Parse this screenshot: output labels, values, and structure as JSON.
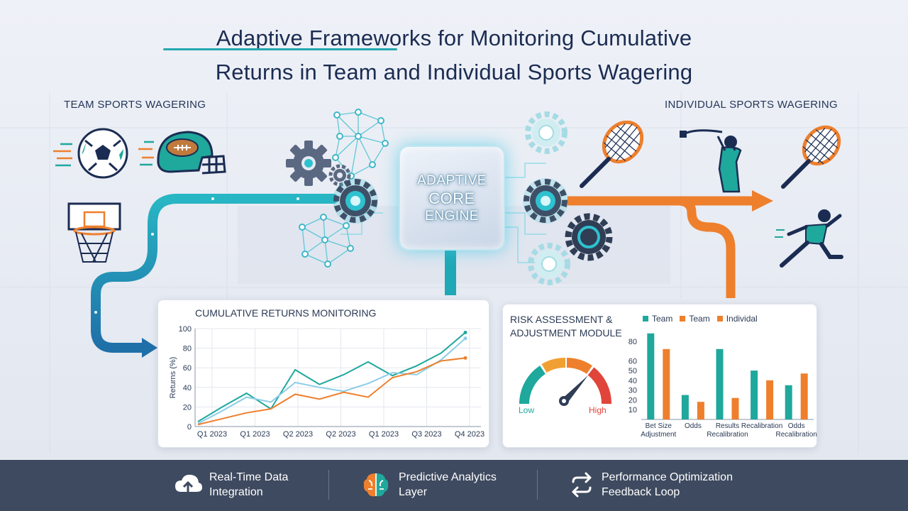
{
  "title": {
    "line1": "Adaptive Frameworks for Monitoring Cumulative",
    "line2": "Returns in Team and Individual Sports Wagering"
  },
  "labels": {
    "team_sports": "TEAM SPORTS WAGERING",
    "individual_sports": "INDIVIDUAL SPORTS WAGERING"
  },
  "engine": {
    "line1": "ADAPTIVE",
    "line2": "CORE",
    "line3": "ENGINE"
  },
  "gauge": {
    "low": "Low",
    "high": "High"
  },
  "footer": {
    "item1": {
      "line1": "Real-Time Data",
      "line2": "Integration",
      "icon": "cloud-upload-icon"
    },
    "item2": {
      "line1": "Predictive Analytics",
      "line2": "Layer",
      "icon": "brain-icon"
    },
    "item3": {
      "line1": "Performance Optimization",
      "line2": "Feedback Loop",
      "icon": "refresh-arrows-icon"
    }
  },
  "colors": {
    "teal": "#1fa89c",
    "orange": "#ee7f2d",
    "light_blue": "#8ccde8",
    "navy": "#1b2c52",
    "footer_bg": "#3e4a5f"
  },
  "chart_data": [
    {
      "type": "line",
      "title": "CUMULATIVE RETURNS MONITORING",
      "ylabel": "Returns (%)",
      "xlabel": "",
      "ylim": [
        0,
        100
      ],
      "yticks": [
        0,
        20,
        40,
        60,
        80,
        100
      ],
      "x_tick_labels": [
        "Q1 2023",
        "Q1 2023",
        "Q2 2023",
        "Q2 2023",
        "Q1 2023",
        "Q3 2023",
        "Q4 2023"
      ],
      "grid": true,
      "series": [
        {
          "color": "#1fa89c",
          "values": [
            5,
            20,
            34,
            18,
            58,
            43,
            53,
            66,
            52,
            62,
            75,
            96
          ]
        },
        {
          "color": "#8ccde8",
          "values": [
            3,
            16,
            30,
            25,
            45,
            40,
            36,
            44,
            55,
            53,
            68,
            90
          ]
        },
        {
          "color": "#ee7f2d",
          "values": [
            2,
            8,
            14,
            18,
            33,
            28,
            35,
            30,
            50,
            56,
            67,
            70
          ]
        }
      ]
    },
    {
      "type": "bar",
      "title": "RISK ASSESSMENT & ADJUSTMENT MODULE",
      "legend": [
        "Team",
        "Team",
        "Individal"
      ],
      "legend_colors": [
        "#1fa89c",
        "#ee7f2d",
        "#ee7f2d"
      ],
      "ylim": [
        0,
        80
      ],
      "yticks": [
        10,
        20,
        30,
        40,
        50,
        60,
        80
      ],
      "categories": [
        "Bet Size Adjustment",
        "Odds",
        "Results Recalibration",
        "Recalibration",
        "Odds Recalibration"
      ],
      "category_labels": [
        [
          "Bet Size",
          "Adjustment"
        ],
        [
          "Odds"
        ],
        [
          "Results",
          "Recalibration"
        ],
        [
          "Recalibration"
        ],
        [
          "Odds",
          "Recalibration"
        ]
      ],
      "series": [
        {
          "color": "#1fa89c",
          "values": [
            88,
            25,
            72,
            50,
            35
          ]
        },
        {
          "color": "#ee7f2d",
          "values": [
            72,
            18,
            22,
            40,
            47
          ]
        }
      ]
    }
  ]
}
